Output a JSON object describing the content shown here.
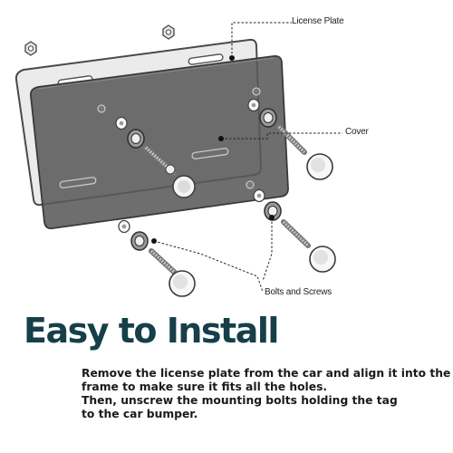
{
  "labels": {
    "license_plate": "License Plate",
    "cover": "Cover",
    "bolts_and_screws": "Bolts and Screws"
  },
  "headline": "Easy to Install",
  "instructions": {
    "line1": "Remove the license plate from the car and align it into the",
    "line2": "frame to make sure it fits all the holes.",
    "line3": "Then, unscrew the mounting bolts holding the tag",
    "line4": "to the car bumper."
  },
  "colors": {
    "cover_tint": "#5a5a5a",
    "headline": "#163f4a",
    "plate_outline": "#555555"
  }
}
